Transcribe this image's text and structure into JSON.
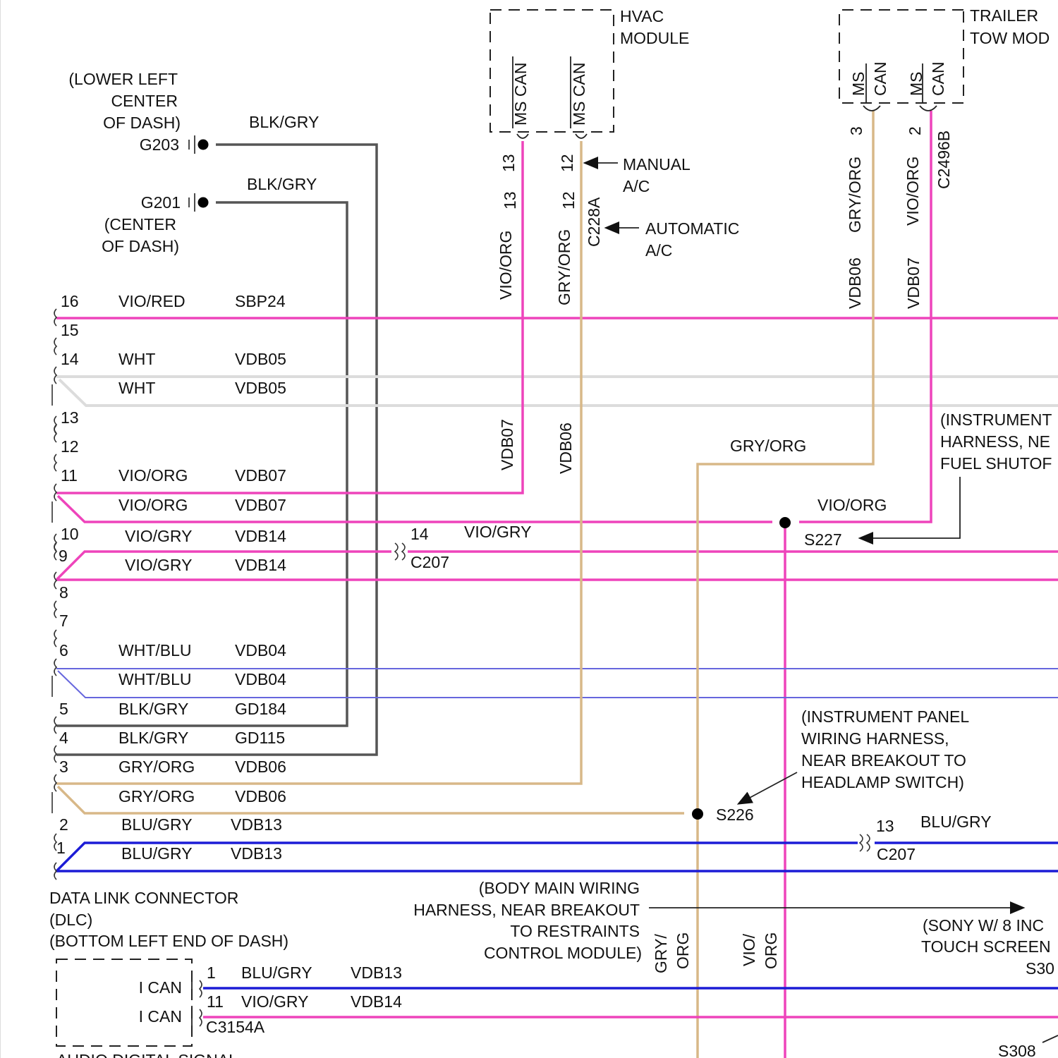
{
  "grounds": {
    "g203": {
      "name": "G203",
      "loc_1": "(LOWER LEFT",
      "loc_2": "CENTER",
      "loc_3": "OF DASH)",
      "wire": "BLK/GRY"
    },
    "g201": {
      "name": "G201",
      "loc_1": "(CENTER",
      "loc_2": "OF DASH)",
      "wire": "BLK/GRY"
    }
  },
  "hvac": {
    "title_1": "HVAC",
    "title_2": "MODULE",
    "pin_a": "MS CAN",
    "pin_b": "MS CAN",
    "cav_a1": "13",
    "cav_a2": "13",
    "cav_b1": "12",
    "cav_b2": "12",
    "wire_a": "VIO/ORG",
    "wire_b": "GRY/ORG",
    "circuit_a": "VDB07",
    "circuit_b": "VDB06",
    "connector": "C228A",
    "note_manual_1": "MANUAL",
    "note_manual_2": "A/C",
    "note_auto_1": "AUTOMATIC",
    "note_auto_2": "A/C"
  },
  "trailer": {
    "title_1": "TRAILER",
    "title_2": "TOW MOD",
    "pin_a_1": "MS",
    "pin_a_2": "CAN",
    "pin_b_1": "MS",
    "pin_b_2": "CAN",
    "cav_a": "3",
    "cav_b": "2",
    "wire_a": "GRY/ORG",
    "wire_b": "VIO/ORG",
    "circuit_a": "VDB06",
    "circuit_b": "VDB07",
    "connector": "C2496B"
  },
  "dlc_rows": [
    {
      "pin": "16",
      "wire": "VIO/RED",
      "circuit": "SBP24"
    },
    {
      "pin": "15",
      "wire": "",
      "circuit": ""
    },
    {
      "pin": "14",
      "wire": "WHT",
      "circuit": "VDB05"
    },
    {
      "pin": "",
      "wire": "WHT",
      "circuit": "VDB05"
    },
    {
      "pin": "13",
      "wire": "",
      "circuit": ""
    },
    {
      "pin": "12",
      "wire": "",
      "circuit": ""
    },
    {
      "pin": "11",
      "wire": "VIO/ORG",
      "circuit": "VDB07"
    },
    {
      "pin": "",
      "wire": "VIO/ORG",
      "circuit": "VDB07"
    },
    {
      "pin": "10",
      "wire": "VIO/GRY",
      "circuit": "VDB14"
    },
    {
      "pin": "9",
      "wire": "VIO/GRY",
      "circuit": "VDB14"
    },
    {
      "pin": "8",
      "wire": "",
      "circuit": ""
    },
    {
      "pin": "7",
      "wire": "",
      "circuit": ""
    },
    {
      "pin": "6",
      "wire": "WHT/BLU",
      "circuit": "VDB04"
    },
    {
      "pin": "",
      "wire": "WHT/BLU",
      "circuit": "VDB04"
    },
    {
      "pin": "5",
      "wire": "BLK/GRY",
      "circuit": "GD184"
    },
    {
      "pin": "4",
      "wire": "BLK/GRY",
      "circuit": "GD115"
    },
    {
      "pin": "3",
      "wire": "GRY/ORG",
      "circuit": "VDB06"
    },
    {
      "pin": "",
      "wire": "GRY/ORG",
      "circuit": "VDB06"
    },
    {
      "pin": "2",
      "wire": "BLU/GRY",
      "circuit": "VDB13"
    },
    {
      "pin": "1",
      "wire": "BLU/GRY",
      "circuit": "VDB13"
    }
  ],
  "dlc": {
    "line_1": "DATA LINK CONNECTOR",
    "line_2": "(DLC)",
    "line_3": "(BOTTOM LEFT END OF DASH)"
  },
  "c207_top": {
    "cavity": "14",
    "wire": "VIO/GRY",
    "name": "C207"
  },
  "c207_bottom": {
    "cavity": "13",
    "wire": "BLU/GRY",
    "name": "C207"
  },
  "mid_labels": {
    "gry_org": "GRY/ORG",
    "vio_org": "VIO/ORG"
  },
  "splices": {
    "s227": "S227",
    "s226": "S226",
    "s308": "S308"
  },
  "note_ip_fuel": {
    "line_1": "(INSTRUMENT",
    "line_2": "HARNESS, NE",
    "line_3": "FUEL SHUTOF"
  },
  "note_ip_headlamp": {
    "line_1": "(INSTRUMENT PANEL",
    "line_2": "WIRING HARNESS,",
    "line_3": "NEAR BREAKOUT TO",
    "line_4": "HEADLAMP SWITCH)"
  },
  "note_body": {
    "line_1": "(BODY MAIN WIRING",
    "line_2": "HARNESS, NEAR BREAKOUT",
    "line_3": "TO RESTRAINTS",
    "line_4": "CONTROL MODULE)"
  },
  "note_sony": {
    "line_1": "(SONY W/ 8 INC",
    "line_2": "TOUCH SCREEN",
    "line_3": "S30"
  },
  "vertical_bottom": {
    "gry_1": "GRY/",
    "gry_2": "ORG",
    "vio_1": "VIO/",
    "vio_2": "ORG"
  },
  "audio_module": {
    "pin_a": "I CAN",
    "pin_b": "I CAN",
    "cav_a": "1",
    "cav_b": "11",
    "wire_a": "BLU/GRY",
    "wire_b": "VIO/GRY",
    "circuit_a": "VDB13",
    "circuit_b": "VDB14",
    "connector": "C3154A",
    "footer": "AUDIO DIGITAL SIGNAL"
  }
}
